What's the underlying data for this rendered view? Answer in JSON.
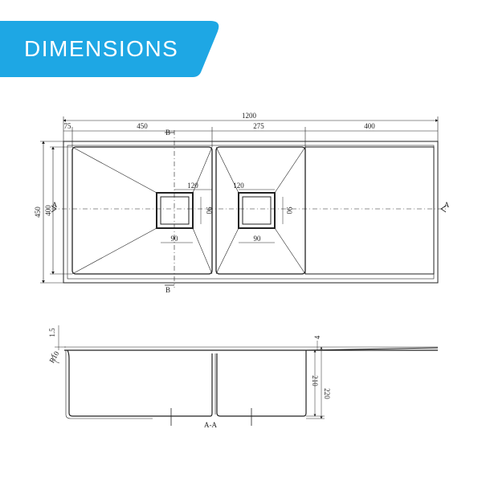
{
  "banner": {
    "title": "DIMENSIONS",
    "color": "#1ea7e4"
  },
  "plan": {
    "dims": {
      "total": "1200",
      "flange_left": "75",
      "bowl_left": "450",
      "bowl_right": "275",
      "drainer": "400",
      "outer_depth": "450",
      "inner_depth": "400",
      "waste_left_offset": "120",
      "waste_right_offset": "120",
      "waste_left_w": "90",
      "waste_left_h": "90",
      "waste_right_w": "90",
      "waste_right_h": "90"
    },
    "section_marks": {
      "a_left": "A",
      "a_right": "A",
      "b_top": "B",
      "b_bottom": "B"
    }
  },
  "section": {
    "dims": {
      "flange": "1.5",
      "radius": "R10",
      "top_gap": "4",
      "depth_inner": "210",
      "depth_outer": "220"
    },
    "label": "A-A"
  }
}
